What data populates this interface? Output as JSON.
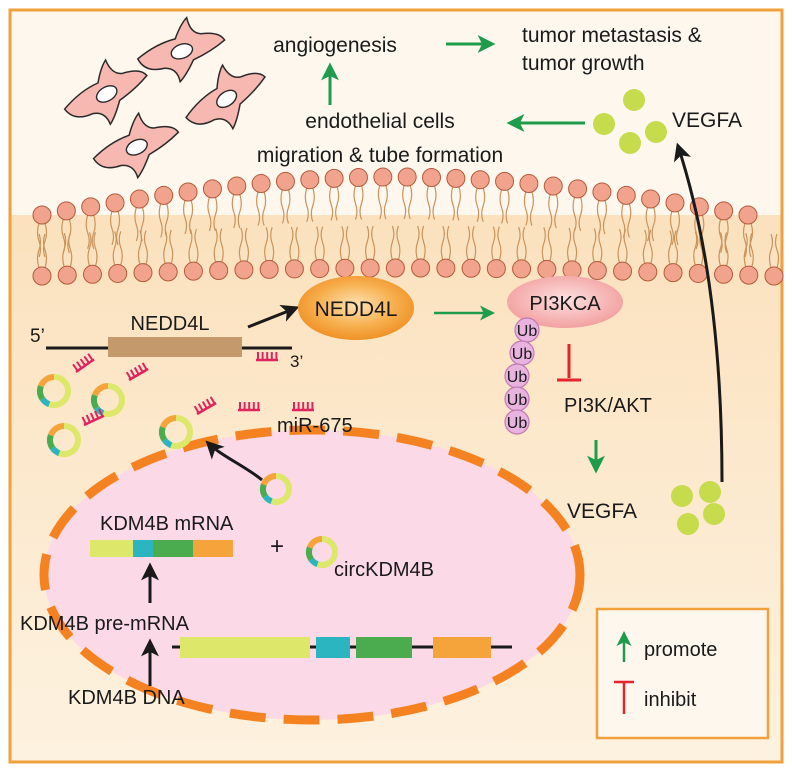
{
  "labels": {
    "angiogenesis": "angiogenesis",
    "tumor_line1": "tumor metastasis &",
    "tumor_line2": "tumor growth",
    "endo_line1": "endothelial cells",
    "endo_line2": "migration & tube formation",
    "vegfa_top": "VEGFA",
    "vegfa_mid": "VEGFA",
    "five_prime": "5’",
    "three_prime": "3’",
    "nedd4l_gene": "NEDD4L",
    "nedd4l_protein": "NEDD4L",
    "pi3kca": "PI3KCA",
    "ub": [
      "Ub",
      "Ub",
      "Ub",
      "Ub",
      "Ub"
    ],
    "pi3k_akt": "PI3K/AKT",
    "mir": "miR-675",
    "kdm4b_mrna": "KDM4B mRNA",
    "plus": "+",
    "circ": "circKDM4B",
    "pre_mrna": "KDM4B pre-mRNA",
    "dna": "KDM4B DNA"
  },
  "legend": {
    "promote": "promote",
    "inhibit": "inhibit"
  },
  "colors": {
    "frame": "#f2a03c",
    "background_top": "#fdf7ee",
    "cytoplasm": "#fde7c6",
    "nucleus_fill": "#fbd9e6",
    "nucleus_border": "#f58220",
    "promote_arrow": "#1e9b4b",
    "inhibit_arrow": "#e5242b",
    "black_arrow": "#1a1a1a",
    "vegfa_dot": "#c6dc4c",
    "mirna": "#e0245e",
    "ub_fill": "#e9b3e0",
    "pi3kca_fill": "#f6a7a7",
    "nedd4l_fill": "#f5a33a",
    "gene_box": "#c49a6c",
    "seg_yellow": "#dde86a",
    "seg_teal": "#2bb5c0",
    "seg_green": "#4aac4e",
    "seg_orange": "#f4a43a",
    "cell_fill": "#f6b8b0"
  }
}
